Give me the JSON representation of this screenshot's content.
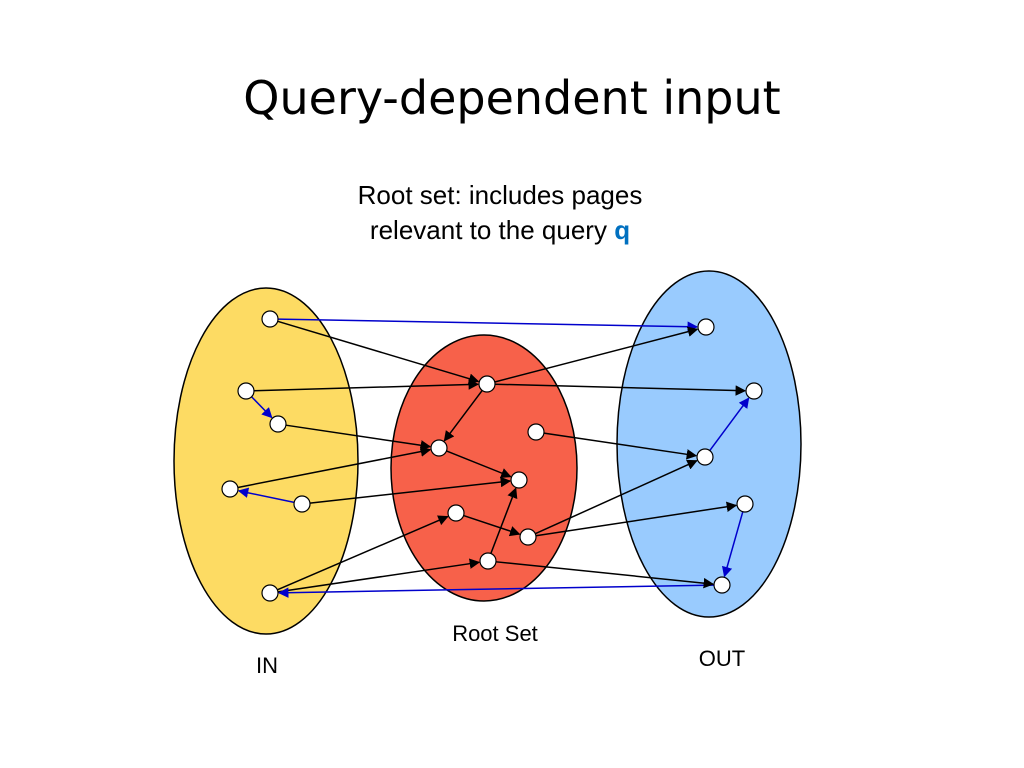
{
  "slide": {
    "title": "Query-dependent input",
    "caption_line1": "Root set: includes pages",
    "caption_line2": "relevant to the query ",
    "caption_query": "q"
  },
  "labels": {
    "in": "IN",
    "root_set": "Root Set",
    "out": "OUT"
  },
  "colors": {
    "in_fill": "#FDDB63",
    "root_fill": "#F7614A",
    "out_fill": "#99CBFE",
    "black_arrow": "#000000",
    "blue_arrow": "#0000CC",
    "query_color": "#0070C0"
  }
}
